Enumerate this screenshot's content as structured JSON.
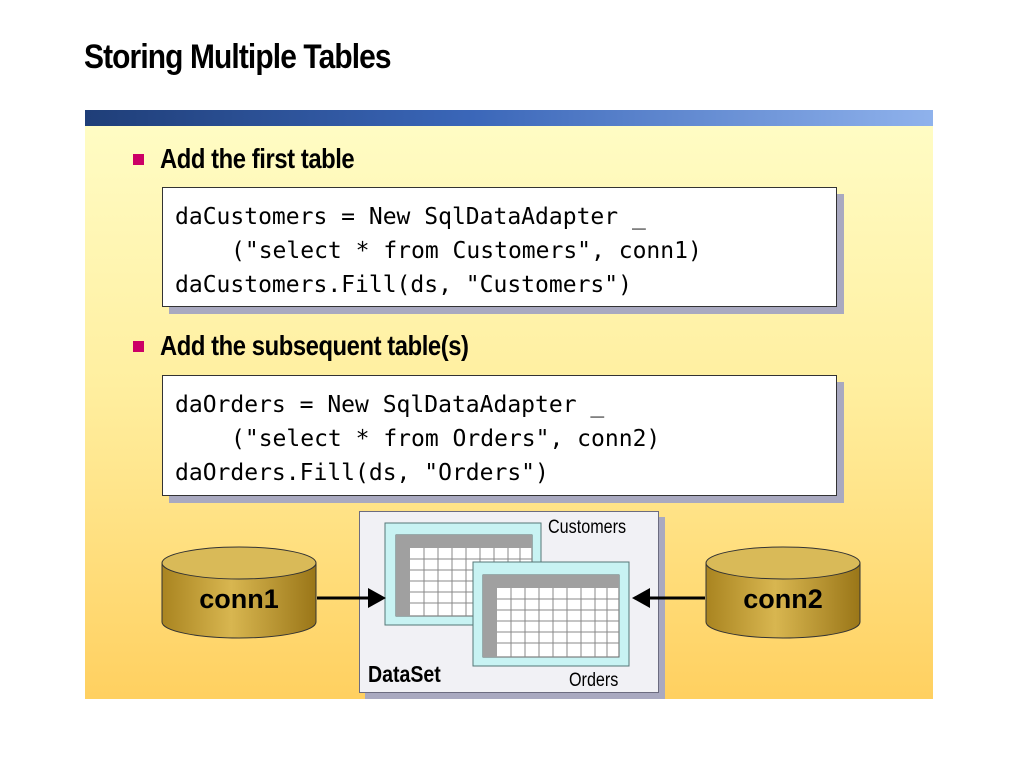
{
  "slide": {
    "title": "Storing Multiple Tables"
  },
  "bullets": [
    {
      "text": "Add the first table",
      "code": [
        "daCustomers = New SqlDataAdapter _",
        "(\"select * from Customers\", conn1)",
        "daCustomers.Fill(ds, \"Customers\")"
      ]
    },
    {
      "text": "Add the subsequent table(s)",
      "code": [
        "daOrders = New SqlDataAdapter _",
        "(\"select * from Orders\", conn2)",
        "daOrders.Fill(ds, \"Orders\")"
      ]
    }
  ],
  "diagram": {
    "dataset_label": "DataSet",
    "table1_label": "Customers",
    "table2_label": "Orders",
    "conn1_label": "conn1",
    "conn2_label": "conn2"
  },
  "colors": {
    "bullet": "#cc0066",
    "title_bar_start": "#1f3e78",
    "title_bar_end": "#8fb2ec",
    "cylinder": "#c9a33a",
    "table_frame": "#c8f3f3"
  }
}
